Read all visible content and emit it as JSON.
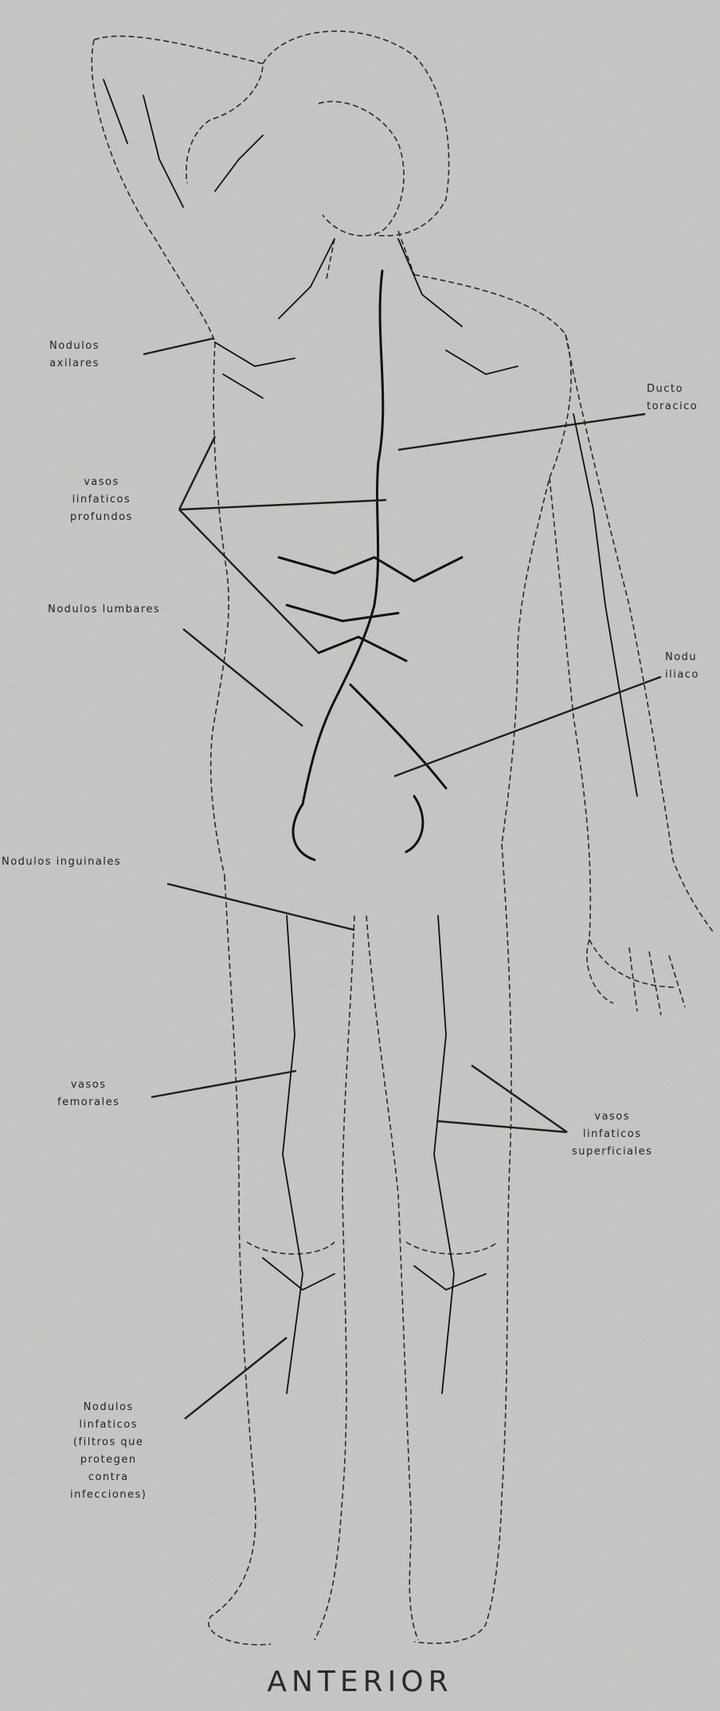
{
  "labels": {
    "axilares": "Nodulos\naxilares",
    "ducto": "Ducto\ntoracico",
    "profundos": "vasos\nlinfaticos\nprofundos",
    "lumbares": "Nodulos lumbares",
    "iliacos": "Nodu\niliaco",
    "inguinales": "Nodulos inguinales",
    "femorales": "vasos\nfemorales",
    "superficiales": "vasos\nlinfaticos\nsuperficiales",
    "ganglios": "Nodulos\nlinfaticos\n(filtros que\nprotegen\ncontra\ninfecciones)"
  },
  "caption": "ANTERIOR"
}
